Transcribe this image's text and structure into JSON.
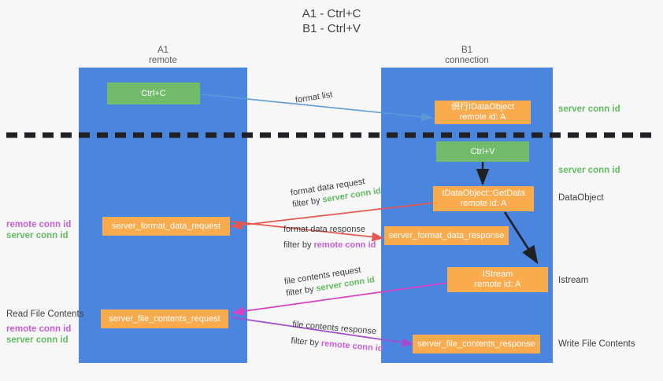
{
  "title": {
    "line1": "A1 - Ctrl+C",
    "line2": "B1 - Ctrl+V"
  },
  "columns": [
    {
      "id": "a1",
      "name": "A1",
      "role": "remote"
    },
    {
      "id": "b1",
      "name": "B1",
      "role": "connection"
    }
  ],
  "colors": {
    "lane": "#4a86e0",
    "green_box": "#72bb6b",
    "orange_box": "#f9ab4e",
    "server_conn": "#63bb62",
    "remote_conn": "#c45fd4",
    "arrow_blue": "#5b9bd5",
    "arrow_red": "#e8584e",
    "arrow_magenta": "#d93fc1",
    "arrow_purple": "#a44bd0",
    "arrow_dark": "#202124",
    "background": "#f7f7f7",
    "text": "#3c4043"
  },
  "nodes": {
    "ctrl_c": {
      "label": "Ctrl+C"
    },
    "ctrl_v": {
      "label": "Ctrl+V"
    },
    "idataobject": {
      "line1": "倶行IDataObject",
      "line2": "remote id: A"
    },
    "getdata": {
      "line1": "IDataObject::GetData",
      "line2": "remote id: A"
    },
    "istream": {
      "line1": "IStream",
      "line2": "remote id: A"
    },
    "format_data_request": {
      "label": "server_format_data_request"
    },
    "format_data_response": {
      "label": "server_format_data_response"
    },
    "file_contents_request": {
      "label": "server_file_contents_request"
    },
    "file_contents_response": {
      "label": "server_file_contents_response"
    }
  },
  "edges": {
    "format_list": {
      "label": "format list"
    },
    "format_data_request": {
      "label": "format data request",
      "filter_prefix": "filter by ",
      "filter_value": "server conn id"
    },
    "format_data_response": {
      "label": "format data response",
      "filter_prefix": "filter by ",
      "filter_value": "remote conn id"
    },
    "file_contents_request": {
      "label": "file contents request",
      "filter_prefix": "filter by ",
      "filter_value": "server conn id"
    },
    "file_contents_response": {
      "label": "file contents response",
      "filter_prefix": "filter by ",
      "filter_value": "remote conn id"
    }
  },
  "right_labels": {
    "server_conn_top": "server conn id",
    "server_conn_mid": "server conn id",
    "dataobject": "DataObject",
    "istream": "Istream",
    "write_file_contents": "Write File Contents"
  },
  "left_labels": {
    "remote_conn_mid": "remote conn id",
    "server_conn_mid": "server conn id",
    "read_file_contents": "Read File Contents",
    "remote_conn_bottom": "remote conn id",
    "server_conn_bottom": "server conn id"
  }
}
